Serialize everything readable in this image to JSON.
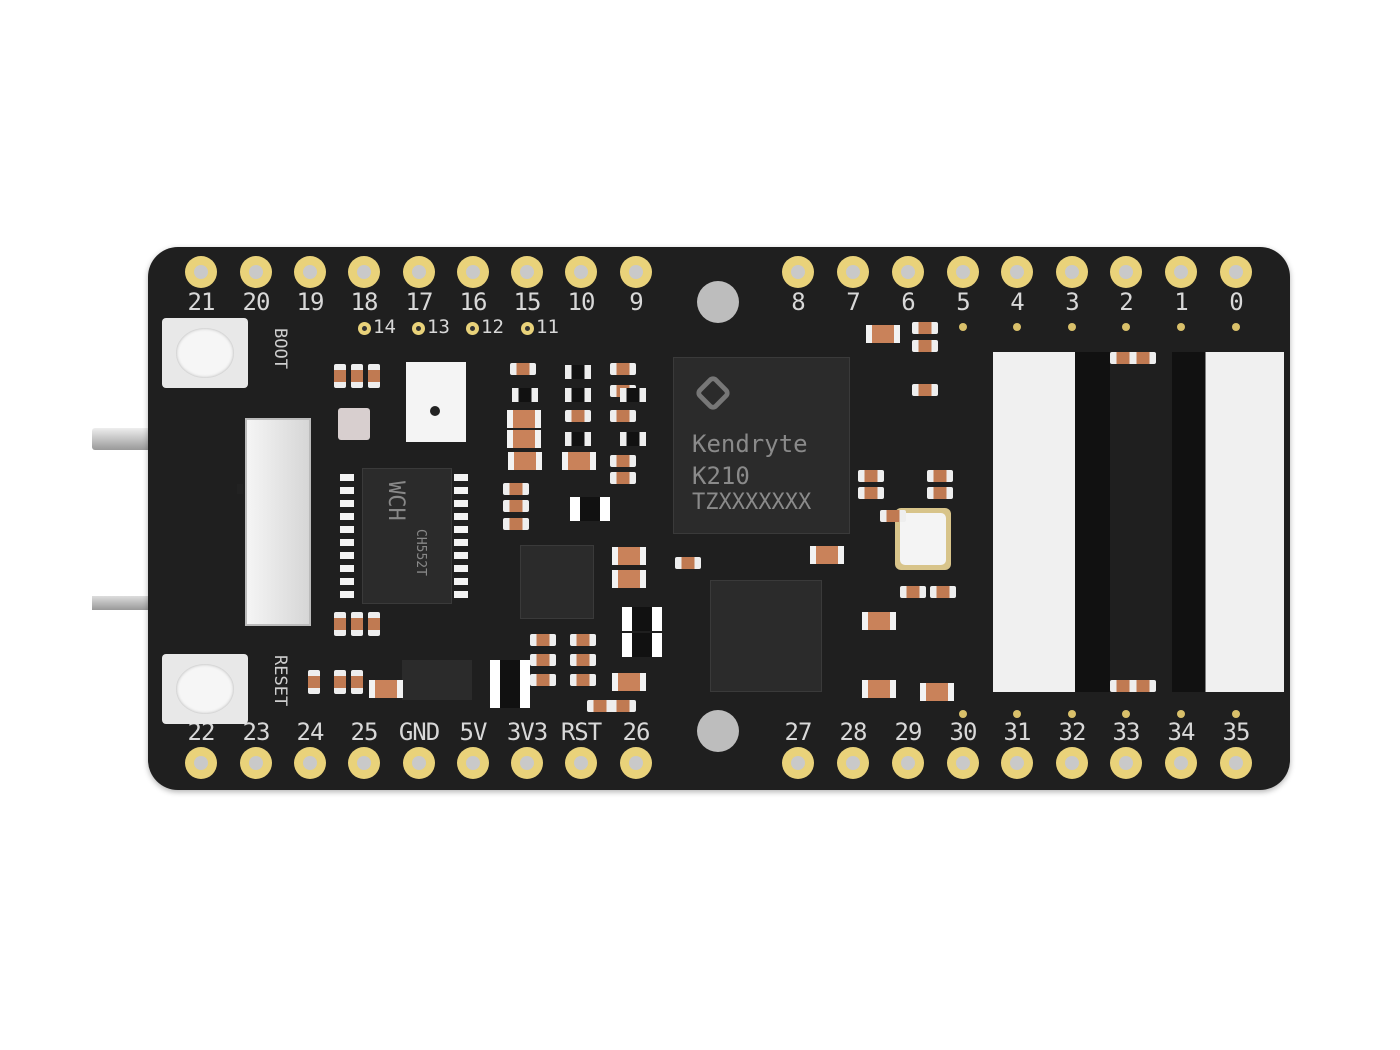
{
  "board": {
    "top_left_pins": [
      "21",
      "20",
      "19",
      "18",
      "17",
      "16",
      "15",
      "10",
      "9"
    ],
    "top_right_pins": [
      "8",
      "7",
      "6",
      "5",
      "4",
      "3",
      "2",
      "1",
      "0"
    ],
    "bottom_left_pins": [
      "22",
      "23",
      "24",
      "25",
      "GND",
      "5V",
      "3V3",
      "RST",
      "26"
    ],
    "bottom_right_pins": [
      "27",
      "28",
      "29",
      "30",
      "31",
      "32",
      "33",
      "34",
      "35"
    ],
    "small_pins": [
      "14",
      "13",
      "12",
      "11"
    ],
    "boot_label": "BOOT",
    "reset_label": "RESET",
    "main_chip": {
      "brand": "Kendryte",
      "model": "K210",
      "serial": "TZXXXXXXX"
    },
    "usb_chip": {
      "brand": "WCH",
      "model": "CH552T"
    },
    "colors": {
      "pcb": "#1f1f1f",
      "pad": "#e9d27a",
      "silkscreen": "#d8d8d8"
    }
  }
}
